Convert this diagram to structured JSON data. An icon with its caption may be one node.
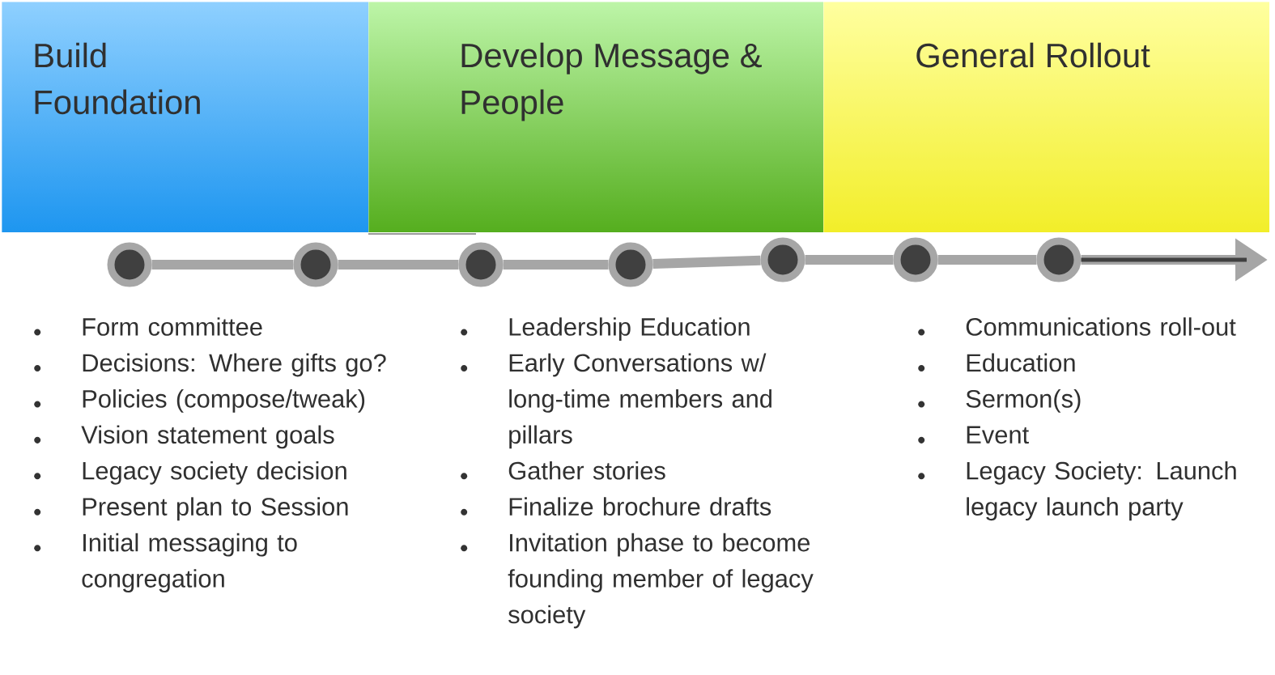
{
  "diagram": {
    "nodes": [
      {
        "text": [
          "Build Foundation"
        ]
      },
      {
        "text": [
          "Develop Message & People"
        ]
      },
      {
        "text": [
          "General Rollout"
        ]
      },
      {
        "text": [],
        "shape": "circle"
      },
      {
        "text": [],
        "shape": "circle"
      },
      {
        "text": [],
        "shape": "circle"
      },
      {
        "text": [],
        "shape": "circle"
      },
      {
        "text": [],
        "shape": "circle"
      },
      {
        "text": [],
        "shape": "circle"
      },
      {
        "text": [],
        "shape": "circle"
      }
    ],
    "edges": [
      {
        "from": 3,
        "to": 4,
        "arrow": "none"
      },
      {
        "from": 4,
        "to": 5,
        "arrow": "none"
      },
      {
        "from": 5,
        "to": 6,
        "arrow": "none"
      },
      {
        "from": 6,
        "to": 7,
        "arrow": "none"
      },
      {
        "from": 7,
        "to": 8,
        "arrow": "none"
      },
      {
        "from": 8,
        "to": 9,
        "arrow": "none"
      },
      {
        "from": 9,
        "to": null,
        "arrow": "to",
        "color": "#404040"
      }
    ],
    "labels": [
      "Form committee",
      "Decisions: Where gifts go?",
      "Policies (compose/tweak)",
      "Vision statement goals",
      "Legacy society decision",
      "Present plan to Session",
      "Initial messaging to congregation",
      "Leadership Education",
      "Early Conversations w/ long-time members and pillars",
      "Gather stories",
      "Finalize brochure drafts",
      "Invitation phase to become founding member of legacy society",
      "Communications roll-out",
      "Education",
      "Sermon(s)",
      "Event",
      "Legacy Society: Launch legacy launch party"
    ]
  }
}
